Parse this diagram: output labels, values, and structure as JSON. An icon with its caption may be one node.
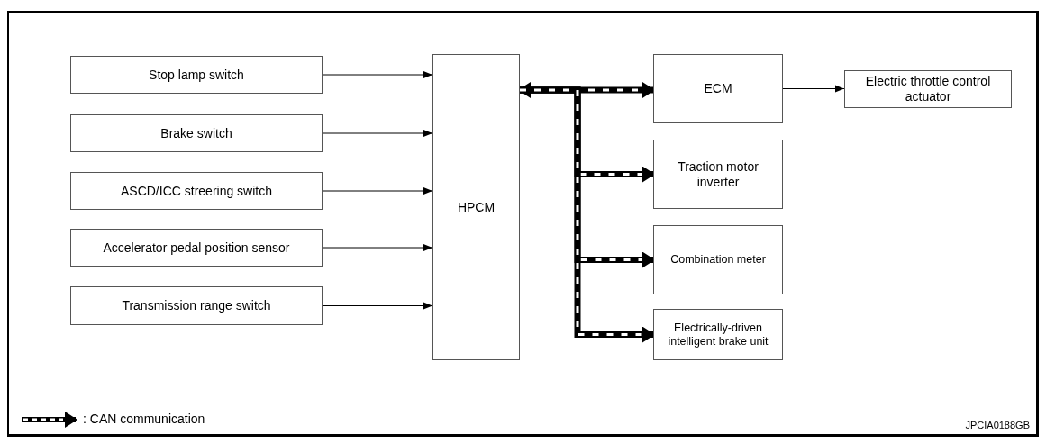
{
  "diagram": {
    "nodes": [
      {
        "text": [
          "Stop lamp switch"
        ]
      },
      {
        "text": [
          "Brake switch"
        ]
      },
      {
        "text": [
          "ASCD/ICC streering switch"
        ]
      },
      {
        "text": [
          "Accelerator pedal position sensor"
        ]
      },
      {
        "text": [
          "Transmission range  switch"
        ]
      },
      {
        "text": [
          "HPCM"
        ]
      },
      {
        "text": [
          "ECM"
        ]
      },
      {
        "text": [
          "Electric throttle control actuator"
        ]
      },
      {
        "text": [
          "Traction motor inverter"
        ]
      },
      {
        "text": [
          "Combination meter"
        ]
      },
      {
        "text": [
          "Electrically-driven intelligent brake unit"
        ]
      }
    ],
    "edges": [
      {
        "from": 0,
        "to": 5,
        "arrow": "to"
      },
      {
        "from": 1,
        "to": 5,
        "arrow": "to"
      },
      {
        "from": 2,
        "to": 5,
        "arrow": "to"
      },
      {
        "from": 3,
        "to": 5,
        "arrow": "to"
      },
      {
        "from": 4,
        "to": 5,
        "arrow": "to"
      },
      {
        "from": 5,
        "to": 6,
        "arrow": "both",
        "style": "thick"
      },
      {
        "from": 6,
        "to": 7,
        "arrow": "to"
      },
      {
        "from": 5,
        "to": 8,
        "arrow": "to",
        "style": "thick"
      },
      {
        "from": 5,
        "to": 9,
        "arrow": "to",
        "style": "thick"
      },
      {
        "from": 5,
        "to": 10,
        "arrow": "to",
        "style": "thick"
      }
    ],
    "labels": [
      "JPCIA0188GB"
    ],
    "legend": [
      {
        "text": ": CAN communication"
      }
    ]
  }
}
